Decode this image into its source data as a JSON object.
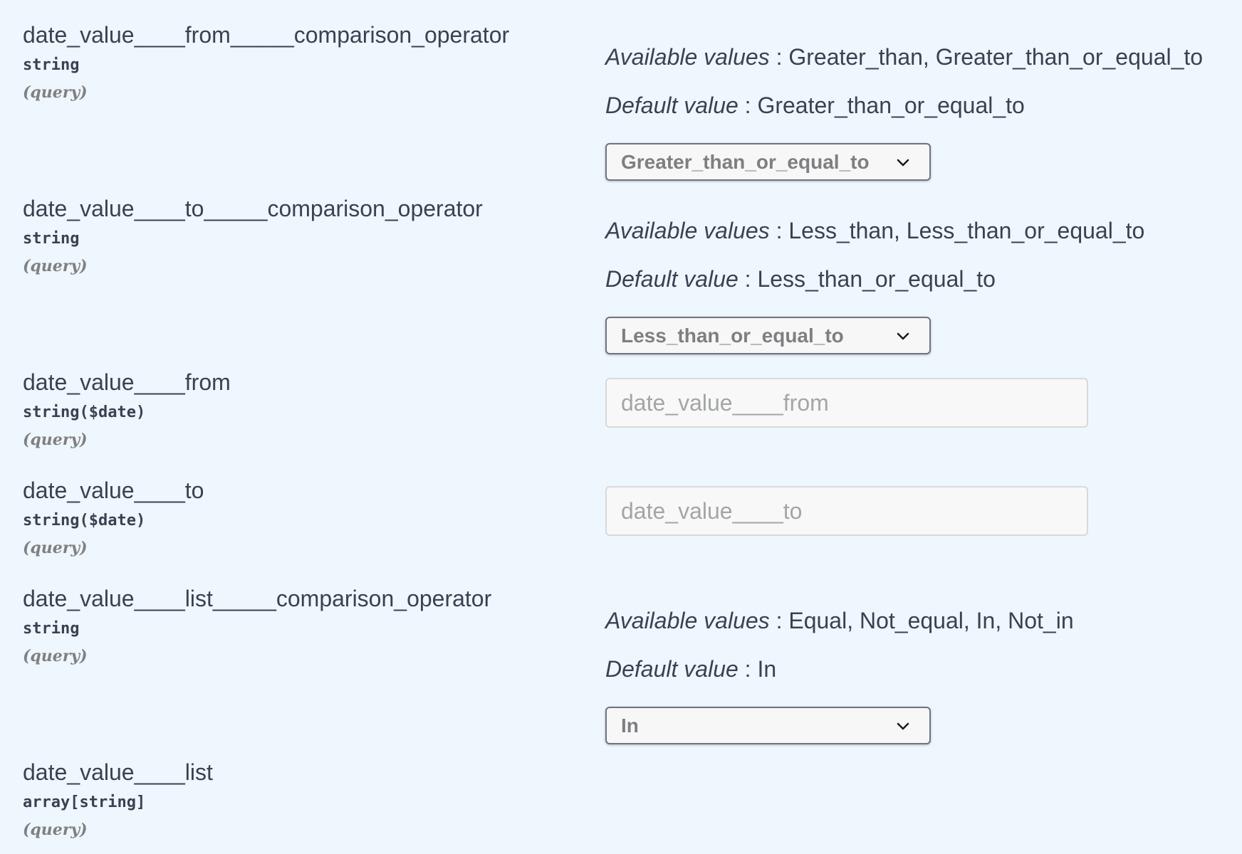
{
  "labels": {
    "available_values": "Available values",
    "default_value": "Default value",
    "separator": " : "
  },
  "params": [
    {
      "name": "date_value____from_____comparison_operator",
      "type": "string",
      "in": "(query)",
      "available_values": "Greater_than, Greater_than_or_equal_to",
      "default_value": "Greater_than_or_equal_to",
      "selected": "Greater_than_or_equal_to"
    },
    {
      "name": "date_value____to_____comparison_operator",
      "type": "string",
      "in": "(query)",
      "available_values": "Less_than, Less_than_or_equal_to",
      "default_value": "Less_than_or_equal_to",
      "selected": "Less_than_or_equal_to"
    },
    {
      "name": "date_value____from",
      "type": "string($date)",
      "in": "(query)",
      "placeholder": "date_value____from"
    },
    {
      "name": "date_value____to",
      "type": "string($date)",
      "in": "(query)",
      "placeholder": "date_value____to"
    },
    {
      "name": "date_value____list_____comparison_operator",
      "type": "string",
      "in": "(query)",
      "available_values": "Equal, Not_equal, In, Not_in",
      "default_value": "In",
      "selected": "In"
    },
    {
      "name": "date_value____list",
      "type": "array[string]",
      "in": "(query)"
    }
  ],
  "icons": {
    "dropdown": "chevron-down-icon"
  }
}
